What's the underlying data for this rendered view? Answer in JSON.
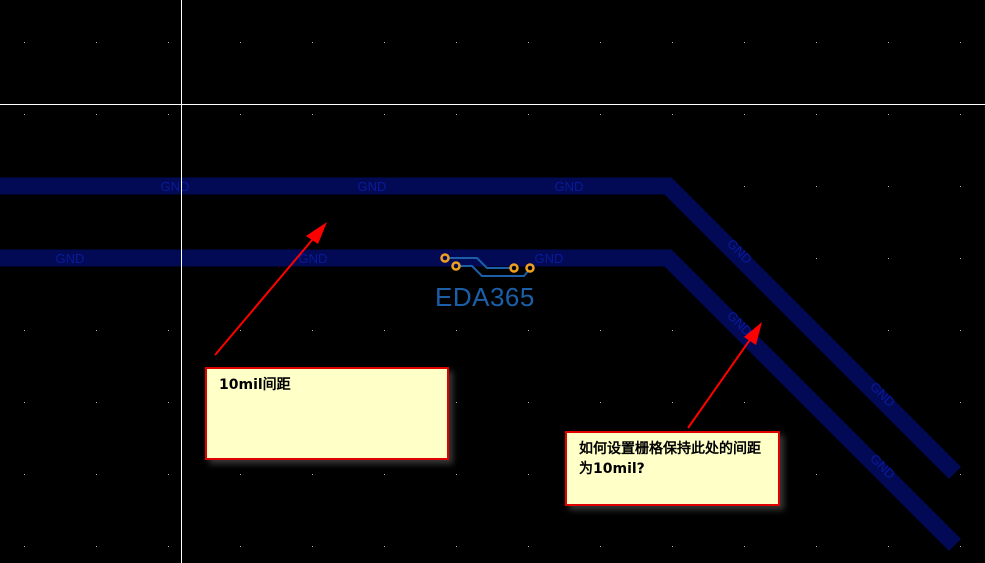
{
  "canvas": {
    "net_label": "GND",
    "trace_color": "#020a55",
    "grid_dot_color": "#bbbbbb",
    "crosshair_color": "#ffffff"
  },
  "logo": {
    "text": "EDA365",
    "color": "#1a5fa8",
    "via_color": "#f0a020"
  },
  "notes": [
    {
      "text": "10mil间距"
    },
    {
      "text": "如何设置栅格保持此处的间距为10mil?"
    }
  ],
  "arrow_color": "#ff0000"
}
